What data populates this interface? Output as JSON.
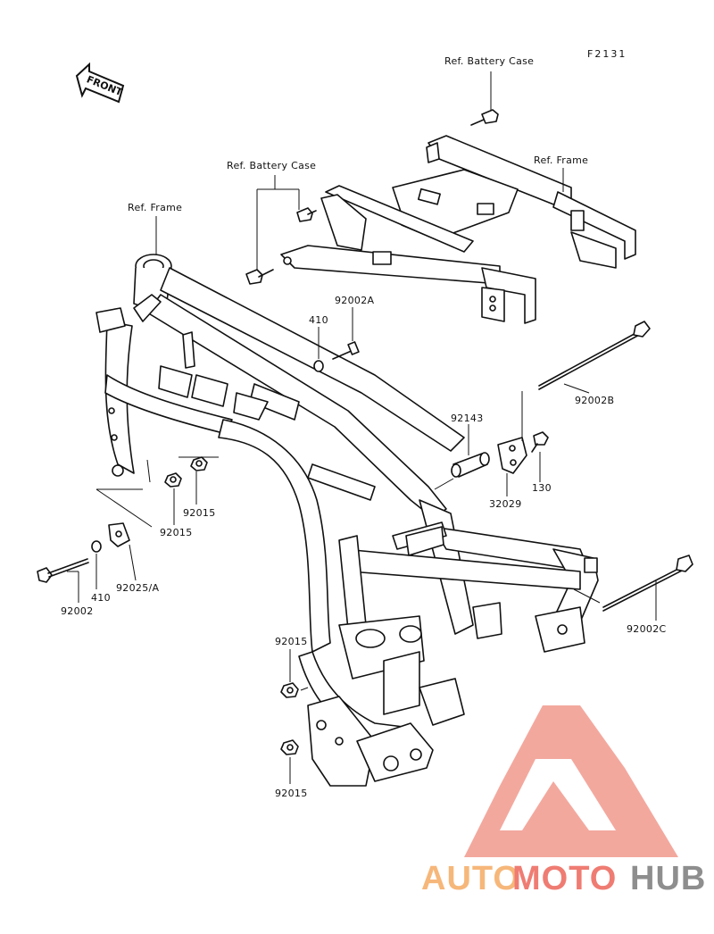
{
  "figure_code": "F2131",
  "front_arrow": "FRONT",
  "labels": {
    "ref_battery_case_top": "Ref. Battery Case",
    "ref_frame_right": "Ref. Frame",
    "ref_battery_case_left": "Ref. Battery Case",
    "ref_frame_left": "Ref. Frame",
    "p92002A": "92002A",
    "p410_upper": "410",
    "p92002B": "92002B",
    "p92143": "92143",
    "p130": "130",
    "p32029": "32029",
    "p92015_a": "92015",
    "p92015_b": "92015",
    "p92002": "92002",
    "p410_lower": "410",
    "p92025A": "92025/A",
    "p92002C": "92002C",
    "p92015_c": "92015",
    "p92015_d": "92015"
  },
  "watermark": {
    "part1": "AUTO",
    "part2": "MOTO",
    "part3": "HUB",
    "color1": "#f6b77a",
    "color2": "#ef7c73",
    "color3": "#8e8e8e",
    "logo_color": "#f29a8e"
  }
}
